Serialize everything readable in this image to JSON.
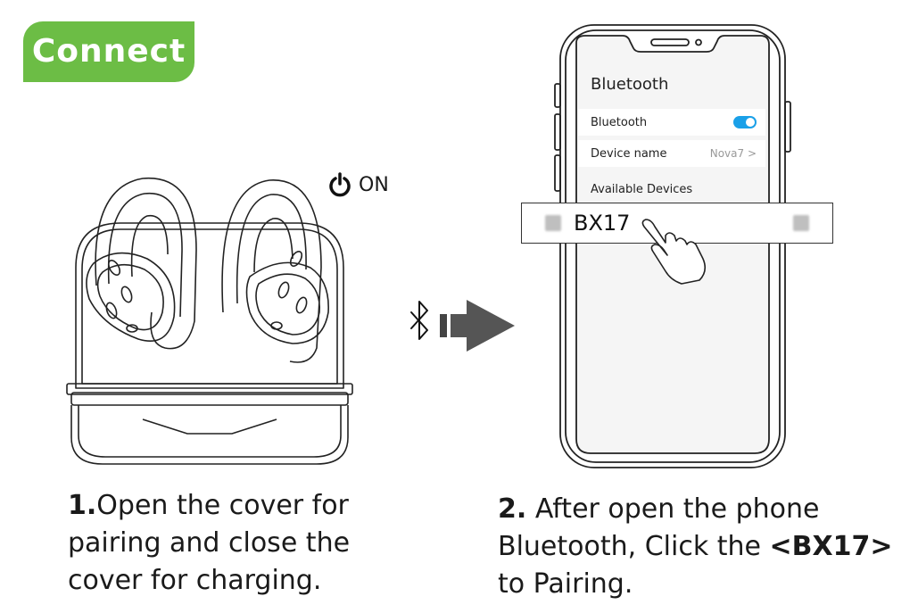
{
  "header": {
    "badge_label": "Connect",
    "badge_color": "#6cbd45"
  },
  "power": {
    "icon": "power-icon",
    "label": "ON"
  },
  "phone": {
    "screen_title": "Bluetooth",
    "bluetooth_row": {
      "label": "Bluetooth",
      "toggle_state": "on",
      "toggle_color": "#1aa0e8"
    },
    "device_name_row": {
      "label": "Device name",
      "value": "Nova7 >"
    },
    "available_label": "Available Devices",
    "device_item": {
      "name": "BX17"
    }
  },
  "transfer": {
    "icon": "bluetooth-icon",
    "arrow": "right-arrow-icon"
  },
  "steps": [
    {
      "number": "1.",
      "text": "Open the cover for pairing and close the cover for charging."
    },
    {
      "number": "2.",
      "text_before": " After open the phone Bluetooth, Click the ",
      "highlight": "<BX17>",
      "text_after": " to Pairing."
    }
  ]
}
